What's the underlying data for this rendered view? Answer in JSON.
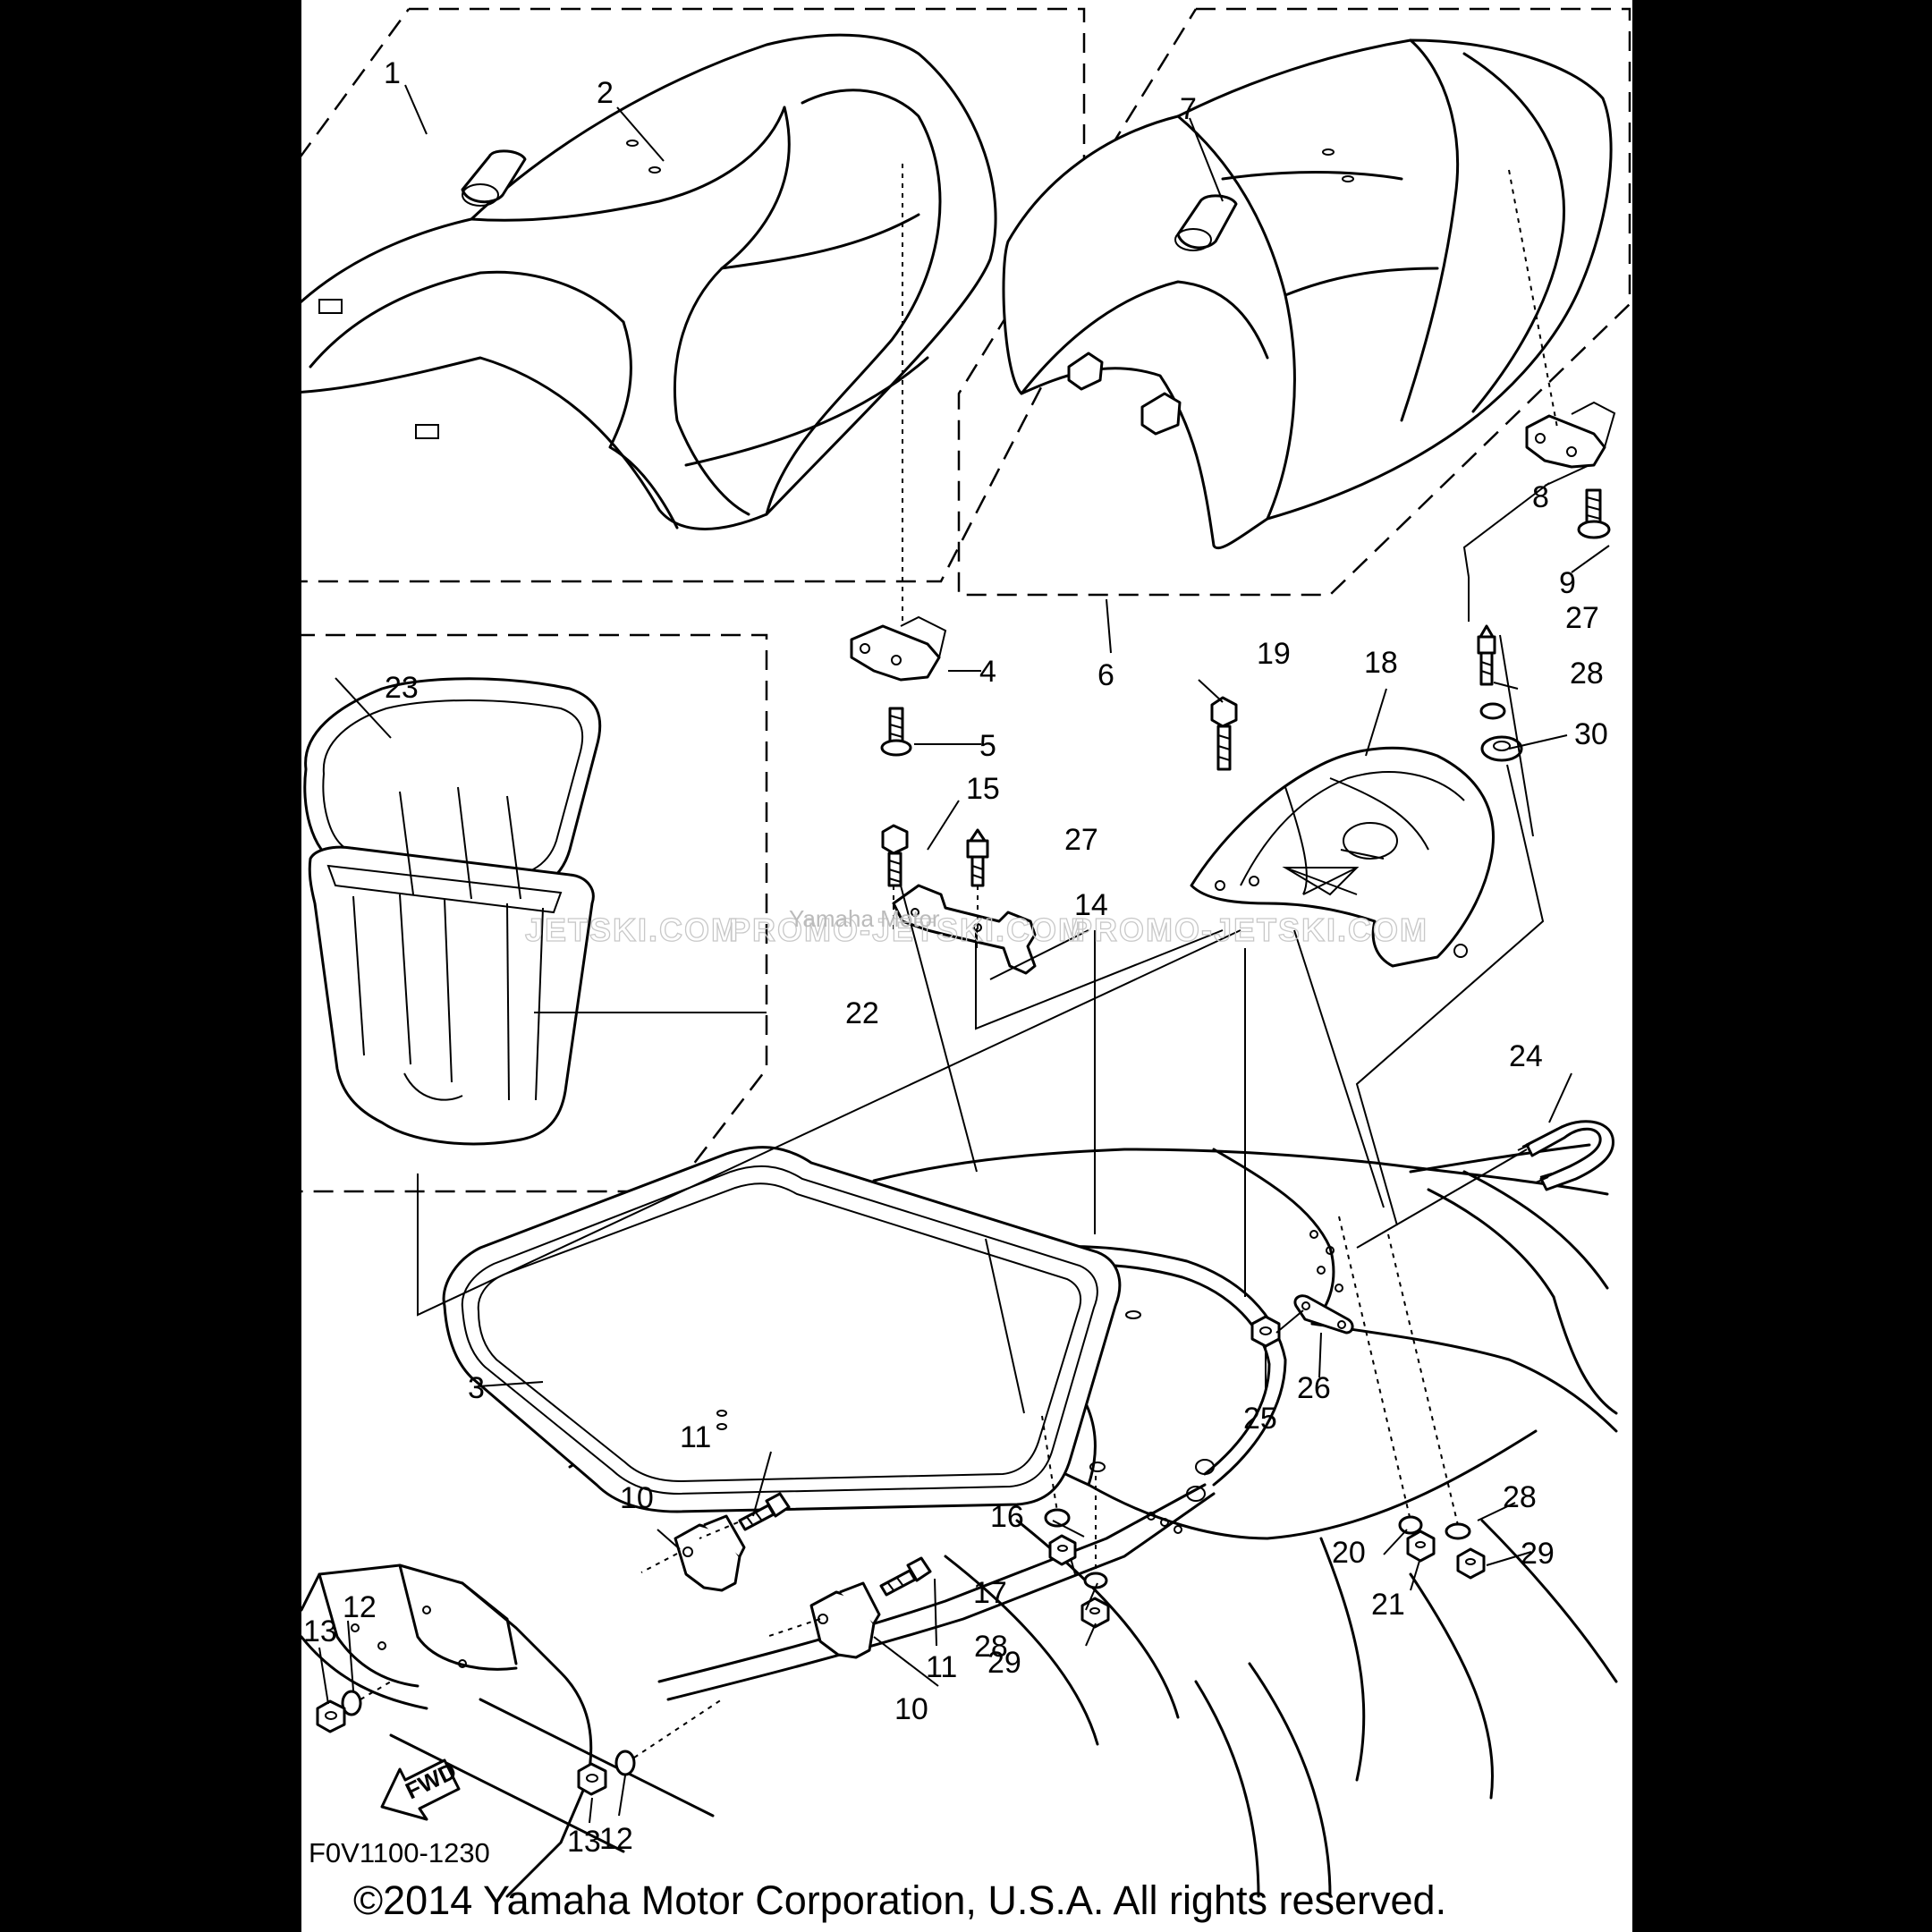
{
  "diagram": {
    "figure_code": "F0V1100-1230",
    "copyright": "©2014 Yamaha Motor Corporation, U.S.A. All rights reserved.",
    "watermark_left": "JETSKI.COM",
    "watermark_center": "PROMO-JETSKI.COM",
    "watermark_right": "PROMO-JETSKI.COM",
    "watermark_small": "Yamaha Motor",
    "fwd_label": "FWD",
    "callouts": [
      "1",
      "2",
      "3",
      "4",
      "5",
      "6",
      "7",
      "8",
      "9",
      "10",
      "10",
      "11",
      "11",
      "12",
      "12",
      "13",
      "13",
      "14",
      "15",
      "16",
      "17",
      "18",
      "19",
      "20",
      "21",
      "22",
      "23",
      "24",
      "25",
      "26",
      "27",
      "27",
      "28",
      "28",
      "28",
      "29",
      "29",
      "30"
    ]
  }
}
